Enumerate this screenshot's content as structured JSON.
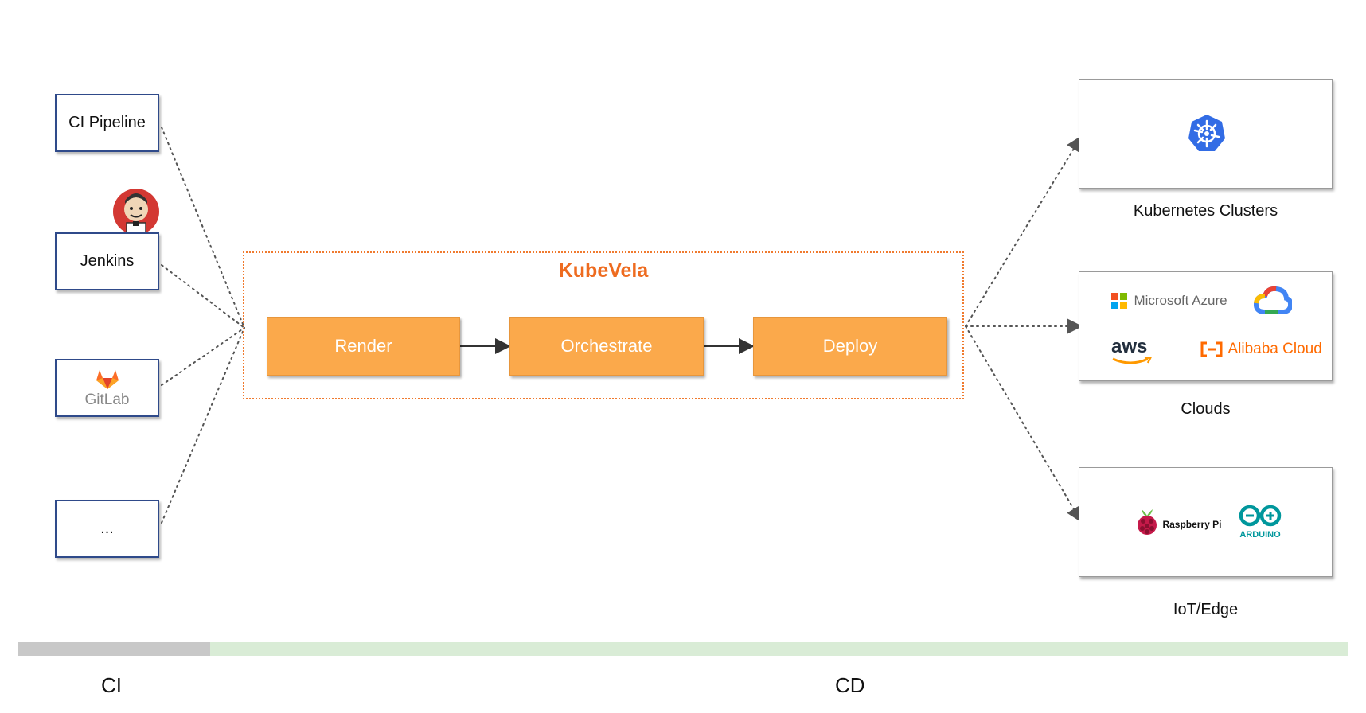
{
  "ci_sources": [
    {
      "label": "CI Pipeline"
    },
    {
      "label": "Jenkins"
    },
    {
      "label": "GitLab"
    },
    {
      "label": "..."
    }
  ],
  "kubevela": {
    "title": "KubeVela",
    "stages": [
      "Render",
      "Orchestrate",
      "Deploy"
    ]
  },
  "targets": {
    "kubernetes": {
      "caption": "Kubernetes Clusters"
    },
    "clouds": {
      "caption": "Clouds",
      "logos": {
        "azure": "Microsoft Azure",
        "aws": "aws",
        "alibaba": "Alibaba Cloud"
      }
    },
    "iot": {
      "caption": "IoT/Edge",
      "logos": {
        "raspberry": "Raspberry Pi",
        "arduino": "ARDUINO"
      }
    }
  },
  "phases": {
    "ci": "CI",
    "cd": "CD"
  },
  "colors": {
    "stage_fill": "#fba94b",
    "kubevela_accent": "#ee6b1f",
    "ci_border": "#2f4a8a",
    "ci_band": "#c8c8c8",
    "cd_band": "#d9ecd6"
  }
}
